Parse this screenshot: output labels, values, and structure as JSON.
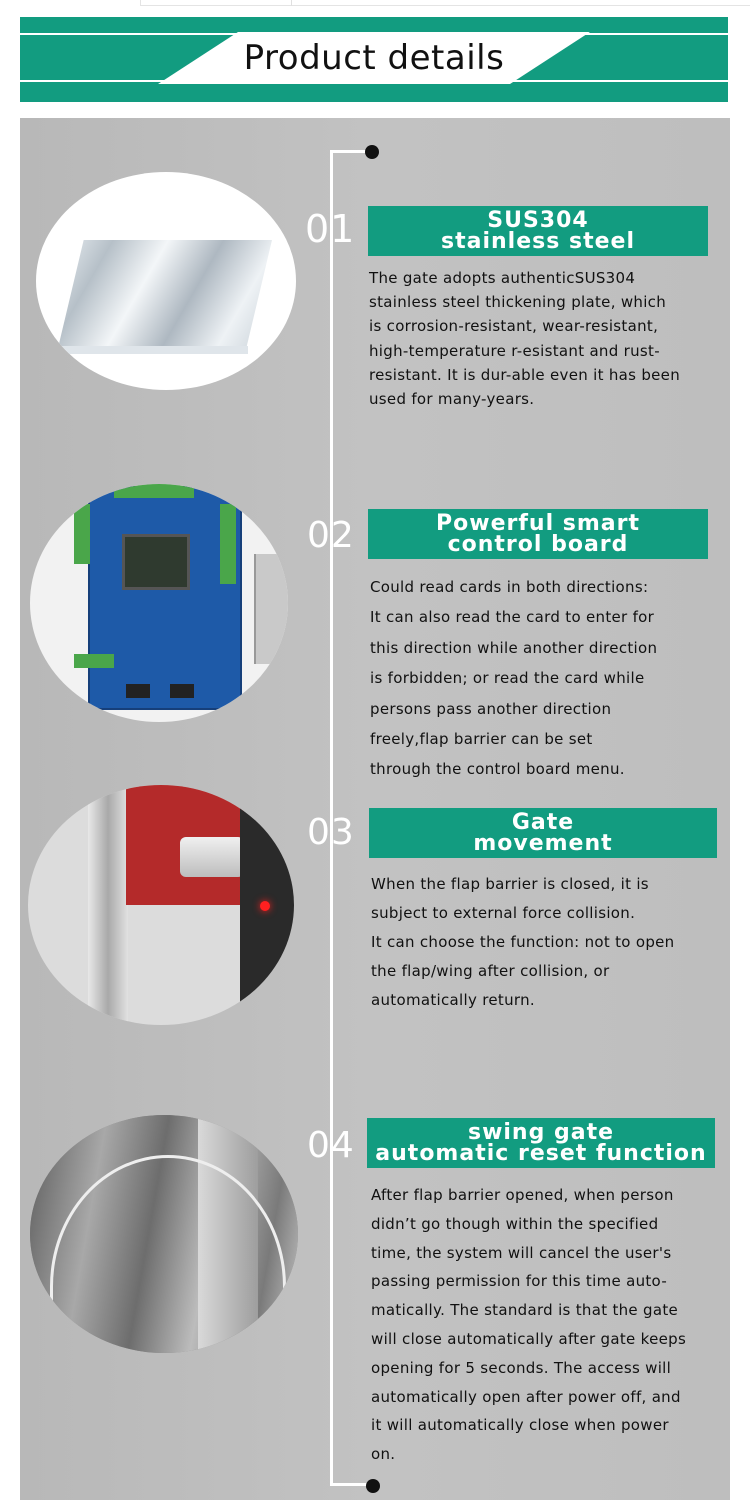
{
  "header": {
    "title": "Product details"
  },
  "colors": {
    "accent": "#129c80",
    "panel": "#bdbdbd",
    "text": "#111111",
    "heading_text": "#ffffff"
  },
  "sections": [
    {
      "number": "01",
      "heading_lines": [
        "SUS304",
        "stainless steel"
      ],
      "image": "stainless-steel-plate-image",
      "text_lines": [
        "The gate adopts authenticSUS304",
        "stainless steel thickening plate, which",
        "is corrosion-resistant, wear-resistant,",
        "high-temperature r-esistant and rust-",
        "resistant. It is dur-able even it has been",
        "used for many-years."
      ]
    },
    {
      "number": "02",
      "heading_lines": [
        "Powerful smart",
        "control board"
      ],
      "image": "control-board-image",
      "text_lines": [
        "Could read cards in both directions:",
        "It can also read the card to enter for",
        "this direction while another direction",
        "is forbidden; or read the card while",
        "persons pass another direction",
        "freely,flap barrier can be set",
        "through the control board menu."
      ]
    },
    {
      "number": "03",
      "heading_lines": [
        "Gate",
        "movement"
      ],
      "image": "gate-movement-image",
      "text_lines": [
        "When the flap barrier is closed, it is",
        "subject to external force collision.",
        "It can choose the function: not to open",
        "the flap/wing after collision, or",
        "automatically return."
      ]
    },
    {
      "number": "04",
      "heading_lines": [
        "swing gate",
        "automatic reset function"
      ],
      "image": "swing-gate-image",
      "text_lines": [
        "After flap barrier opened, when person",
        "didn’t go though within the specified",
        "time, the system will cancel the user's",
        "passing permission for this time auto-",
        "matically. The standard is that the gate",
        "will close automatically after gate keeps",
        "opening for 5 seconds. The access will",
        "automatically open after power off, and",
        "it will automatically close when power",
        "on."
      ]
    }
  ]
}
